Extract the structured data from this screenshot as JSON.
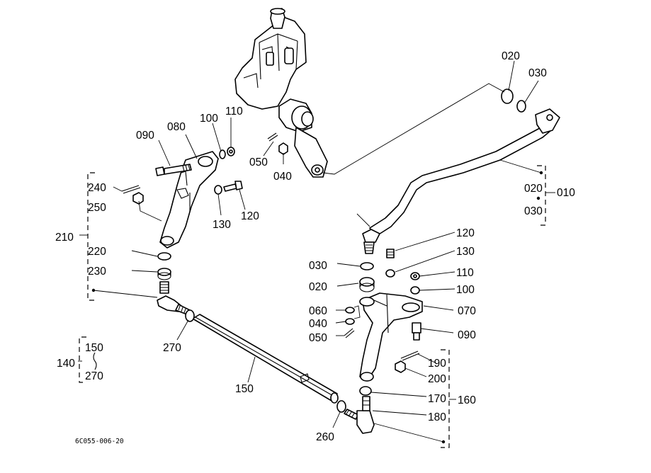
{
  "diagram_code": "6C055-006-20",
  "labels": {
    "l010": "010",
    "l020_top": "020",
    "l030_top": "030",
    "l020_drag": "020",
    "l030_drag": "030",
    "l040_box": "040",
    "l050_box": "050",
    "l080": "080",
    "l090_left": "090",
    "l100_left": "100",
    "l110_left": "110",
    "l120_left": "120",
    "l130_left": "130",
    "l210": "210",
    "l220": "220",
    "l230": "230",
    "l240": "240",
    "l250": "250",
    "l270_end": "270",
    "l140": "140",
    "l150_range": "150",
    "l270_range": "270",
    "l150_rod": "150",
    "l260": "260",
    "l120_right": "120",
    "l130_right": "130",
    "l110_right": "110",
    "l100_right": "100",
    "l030_right": "030",
    "l020_right": "020",
    "l060_right": "060",
    "l040_right": "040",
    "l050_right": "050",
    "l070": "070",
    "l090_right": "090",
    "l190": "190",
    "l200": "200",
    "l170": "170",
    "l180": "180",
    "l160": "160"
  }
}
